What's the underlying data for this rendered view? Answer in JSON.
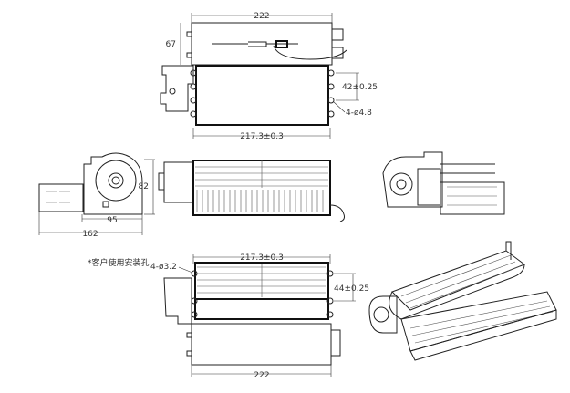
{
  "title": "Cross-flow fan heater dimension drawing",
  "dimensions": {
    "top_width": "222",
    "top_depth": "67",
    "top_hole_spacing": "42±0.25",
    "top_holes": "4-ø4.8",
    "top_body_length": "217.3±0.3",
    "side_height": "82",
    "side_width_95": "95",
    "side_width_162": "162",
    "bottom_body_length": "217.3±0.3",
    "bottom_hole_note": "*客户使用安装孔",
    "bottom_holes": "4-ø3.2",
    "bottom_hole_spacing": "44±0.25",
    "bottom_width": "222"
  },
  "colors": {
    "line": "#222222",
    "background": "#ffffff"
  }
}
